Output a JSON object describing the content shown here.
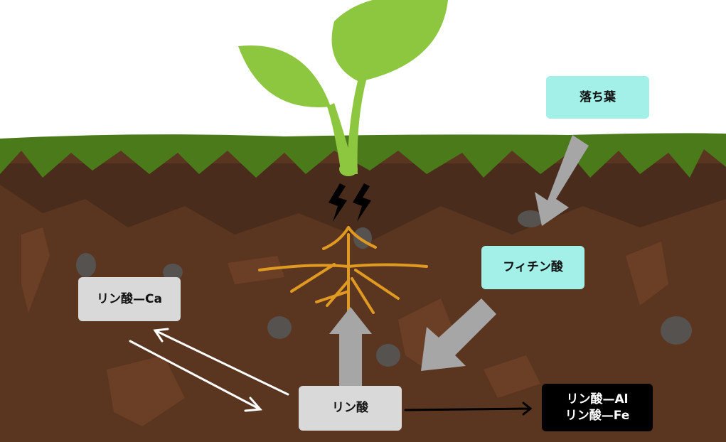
{
  "labels": {
    "fallen_leaves": "落ち葉",
    "phytic_acid": "フィチン酸",
    "phosphate_ca": "リン酸—Ca",
    "phosphate": "リン酸",
    "phosphate_al": "リン酸—Al",
    "phosphate_fe": "リン酸—Fe"
  },
  "colors": {
    "soil": "#5a3520",
    "soil_dark": "#4a2c1c",
    "soil_light": "#6b3f25",
    "grass": "#4a7a1a",
    "plant": "#8dc63f",
    "root": "#e09a22",
    "arrow_gray": "#a6a6a6",
    "cyan_box": "#a2f0e8",
    "gray_box": "#d9d9d9"
  }
}
